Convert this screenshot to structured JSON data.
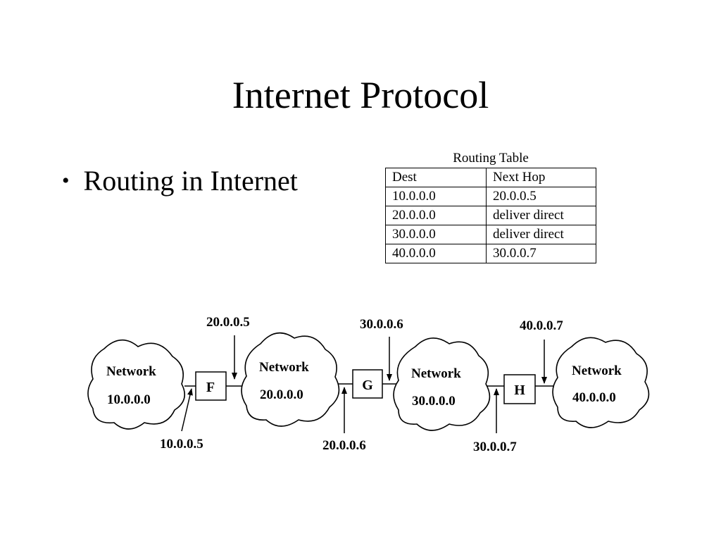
{
  "slide": {
    "title": "Internet Protocol",
    "bullet": "Routing in Internet"
  },
  "routing_table": {
    "caption": "Routing Table",
    "header": [
      "Dest",
      "Next Hop"
    ],
    "rows": [
      [
        "10.0.0.0",
        "20.0.0.5"
      ],
      [
        "20.0.0.0",
        "deliver direct"
      ],
      [
        "30.0.0.0",
        "deliver direct"
      ],
      [
        "40.0.0.0",
        "30.0.0.7"
      ]
    ]
  },
  "diagram": {
    "networks": [
      {
        "label": "Network",
        "address": "10.0.0.0"
      },
      {
        "label": "Network",
        "address": "20.0.0.0"
      },
      {
        "label": "Network",
        "address": "30.0.0.0"
      },
      {
        "label": "Network",
        "address": "40.0.0.0"
      }
    ],
    "routers": [
      "F",
      "G",
      "H"
    ],
    "interfaces": [
      "20.0.0.5",
      "10.0.0.5",
      "30.0.0.6",
      "20.0.0.6",
      "40.0.0.7",
      "30.0.0.7"
    ]
  }
}
